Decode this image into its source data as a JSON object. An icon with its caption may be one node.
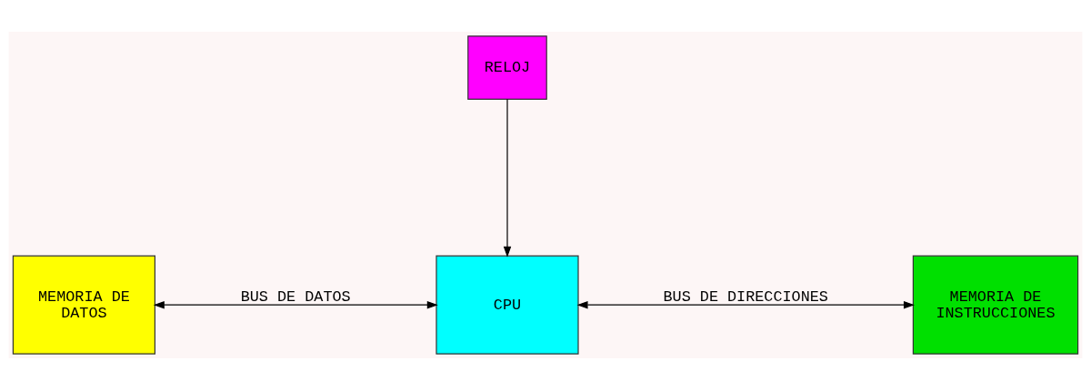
{
  "diagram": {
    "nodes": [
      {
        "text": [
          "MEMORIA DE DATOS"
        ]
      },
      {
        "text": [
          "CPU"
        ]
      },
      {
        "text": [
          "MEMORIA DE INSTRUCCIONES"
        ]
      },
      {
        "text": [
          "RELOJ"
        ]
      }
    ],
    "edges": [
      {
        "from": 0,
        "to": 1,
        "arrow": "both",
        "label": "BUS DE DATOS"
      },
      {
        "from": 1,
        "to": 2,
        "arrow": "both",
        "label": "BUS DE DIRECCIONES"
      },
      {
        "from": 3,
        "to": 1,
        "arrow": "to"
      }
    ]
  }
}
